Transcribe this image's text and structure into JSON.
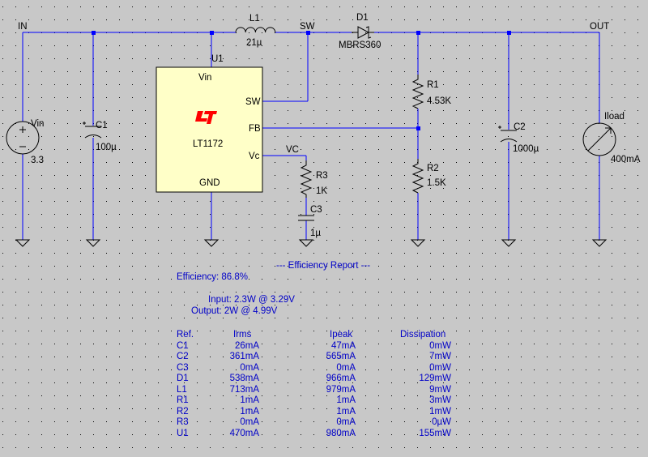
{
  "colors": {
    "background": "#c8c8c8",
    "wire": "#0000ff",
    "chip_fill": "#ffffc8",
    "logo": "#ff0000",
    "report_text": "#0000c8"
  },
  "schematic": {
    "nets": {
      "in": "IN",
      "sw": "SW",
      "out": "OUT",
      "vc": "VC"
    },
    "chip": {
      "ref": "U1",
      "part": "LT1172",
      "pin_vin": "Vin",
      "pin_sw": "SW",
      "pin_fb": "FB",
      "pin_vc": "Vc",
      "pin_gnd": "GND",
      "logo_icon": "lt-logo-icon"
    },
    "L1": {
      "ref": "L1",
      "value": "21µ"
    },
    "D1": {
      "ref": "D1",
      "value": "MBRS360"
    },
    "C1": {
      "ref": "C1",
      "value": "100µ"
    },
    "C2": {
      "ref": "C2",
      "value": "1000µ"
    },
    "C3": {
      "ref": "C3",
      "value": "1µ"
    },
    "R1": {
      "ref": "R1",
      "value": "4.53K"
    },
    "R2": {
      "ref": "R2",
      "value": "1.5K"
    },
    "R3": {
      "ref": "R3",
      "value": "1K"
    },
    "Vin": {
      "ref": "Vin",
      "value": "3.3"
    },
    "Iload": {
      "ref": "Iload",
      "value": "400mA"
    }
  },
  "report": {
    "title": "--- Efficiency Report ---",
    "efficiency": "Efficiency: 86.8%",
    "input": "Input: 2.3W @ 3.29V",
    "output": "Output: 2W @ 4.99V",
    "headers": [
      "Ref.",
      "Irms",
      "Ipeak",
      "Dissipation"
    ],
    "rows": [
      [
        "C1",
        "26mA",
        "47mA",
        "0mW"
      ],
      [
        "C2",
        "361mA",
        "565mA",
        "7mW"
      ],
      [
        "C3",
        "0mA",
        "0mA",
        "0mW"
      ],
      [
        "D1",
        "538mA",
        "966mA",
        "129mW"
      ],
      [
        "L1",
        "713mA",
        "979mA",
        "9mW"
      ],
      [
        "R1",
        "1mA",
        "1mA",
        "3mW"
      ],
      [
        "R2",
        "1mA",
        "1mA",
        "1mW"
      ],
      [
        "R3",
        "0mA",
        "0mA",
        "0µW"
      ],
      [
        "U1",
        "470mA",
        "980mA",
        "155mW"
      ]
    ]
  }
}
